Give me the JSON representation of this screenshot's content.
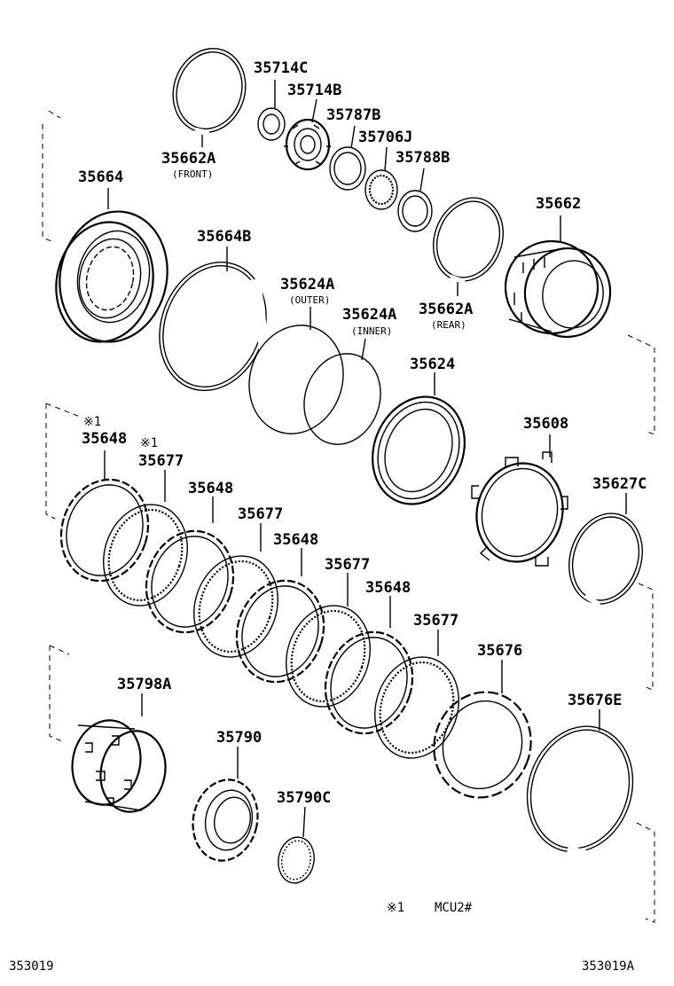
{
  "parts": [
    {
      "id": "35714C",
      "label": "35714C",
      "sub": ""
    },
    {
      "id": "35714B",
      "label": "35714B",
      "sub": ""
    },
    {
      "id": "35787B",
      "label": "35787B",
      "sub": ""
    },
    {
      "id": "35706J",
      "label": "35706J",
      "sub": ""
    },
    {
      "id": "35788B",
      "label": "35788B",
      "sub": ""
    },
    {
      "id": "35662A_front",
      "label": "35662A",
      "sub": "(FRONT)"
    },
    {
      "id": "35664",
      "label": "35664",
      "sub": ""
    },
    {
      "id": "35662",
      "label": "35662",
      "sub": ""
    },
    {
      "id": "35664B",
      "label": "35664B",
      "sub": ""
    },
    {
      "id": "35624A_outer",
      "label": "35624A",
      "sub": "(OUTER)"
    },
    {
      "id": "35624A_inner",
      "label": "35624A",
      "sub": "(INNER)"
    },
    {
      "id": "35662A_rear",
      "label": "35662A",
      "sub": "(REAR)"
    },
    {
      "id": "35624",
      "label": "35624",
      "sub": ""
    },
    {
      "id": "35608",
      "label": "35608",
      "sub": ""
    },
    {
      "id": "35627C",
      "label": "35627C",
      "sub": ""
    },
    {
      "id": "35648_1",
      "label": "35648",
      "sub": "※1"
    },
    {
      "id": "35677_1",
      "label": "35677",
      "sub": "※1"
    },
    {
      "id": "35648_2",
      "label": "35648",
      "sub": ""
    },
    {
      "id": "35677_2",
      "label": "35677",
      "sub": ""
    },
    {
      "id": "35648_3",
      "label": "35648",
      "sub": ""
    },
    {
      "id": "35677_3",
      "label": "35677",
      "sub": ""
    },
    {
      "id": "35648_4",
      "label": "35648",
      "sub": ""
    },
    {
      "id": "35677_4",
      "label": "35677",
      "sub": ""
    },
    {
      "id": "35676",
      "label": "35676",
      "sub": ""
    },
    {
      "id": "35798A",
      "label": "35798A",
      "sub": ""
    },
    {
      "id": "35790",
      "label": "35790",
      "sub": ""
    },
    {
      "id": "35790C",
      "label": "35790C",
      "sub": ""
    },
    {
      "id": "35676E",
      "label": "35676E",
      "sub": ""
    }
  ],
  "note": {
    "mark": "※1",
    "text": "MCU2#"
  },
  "footer": {
    "left": "353019",
    "right": "353019A"
  }
}
